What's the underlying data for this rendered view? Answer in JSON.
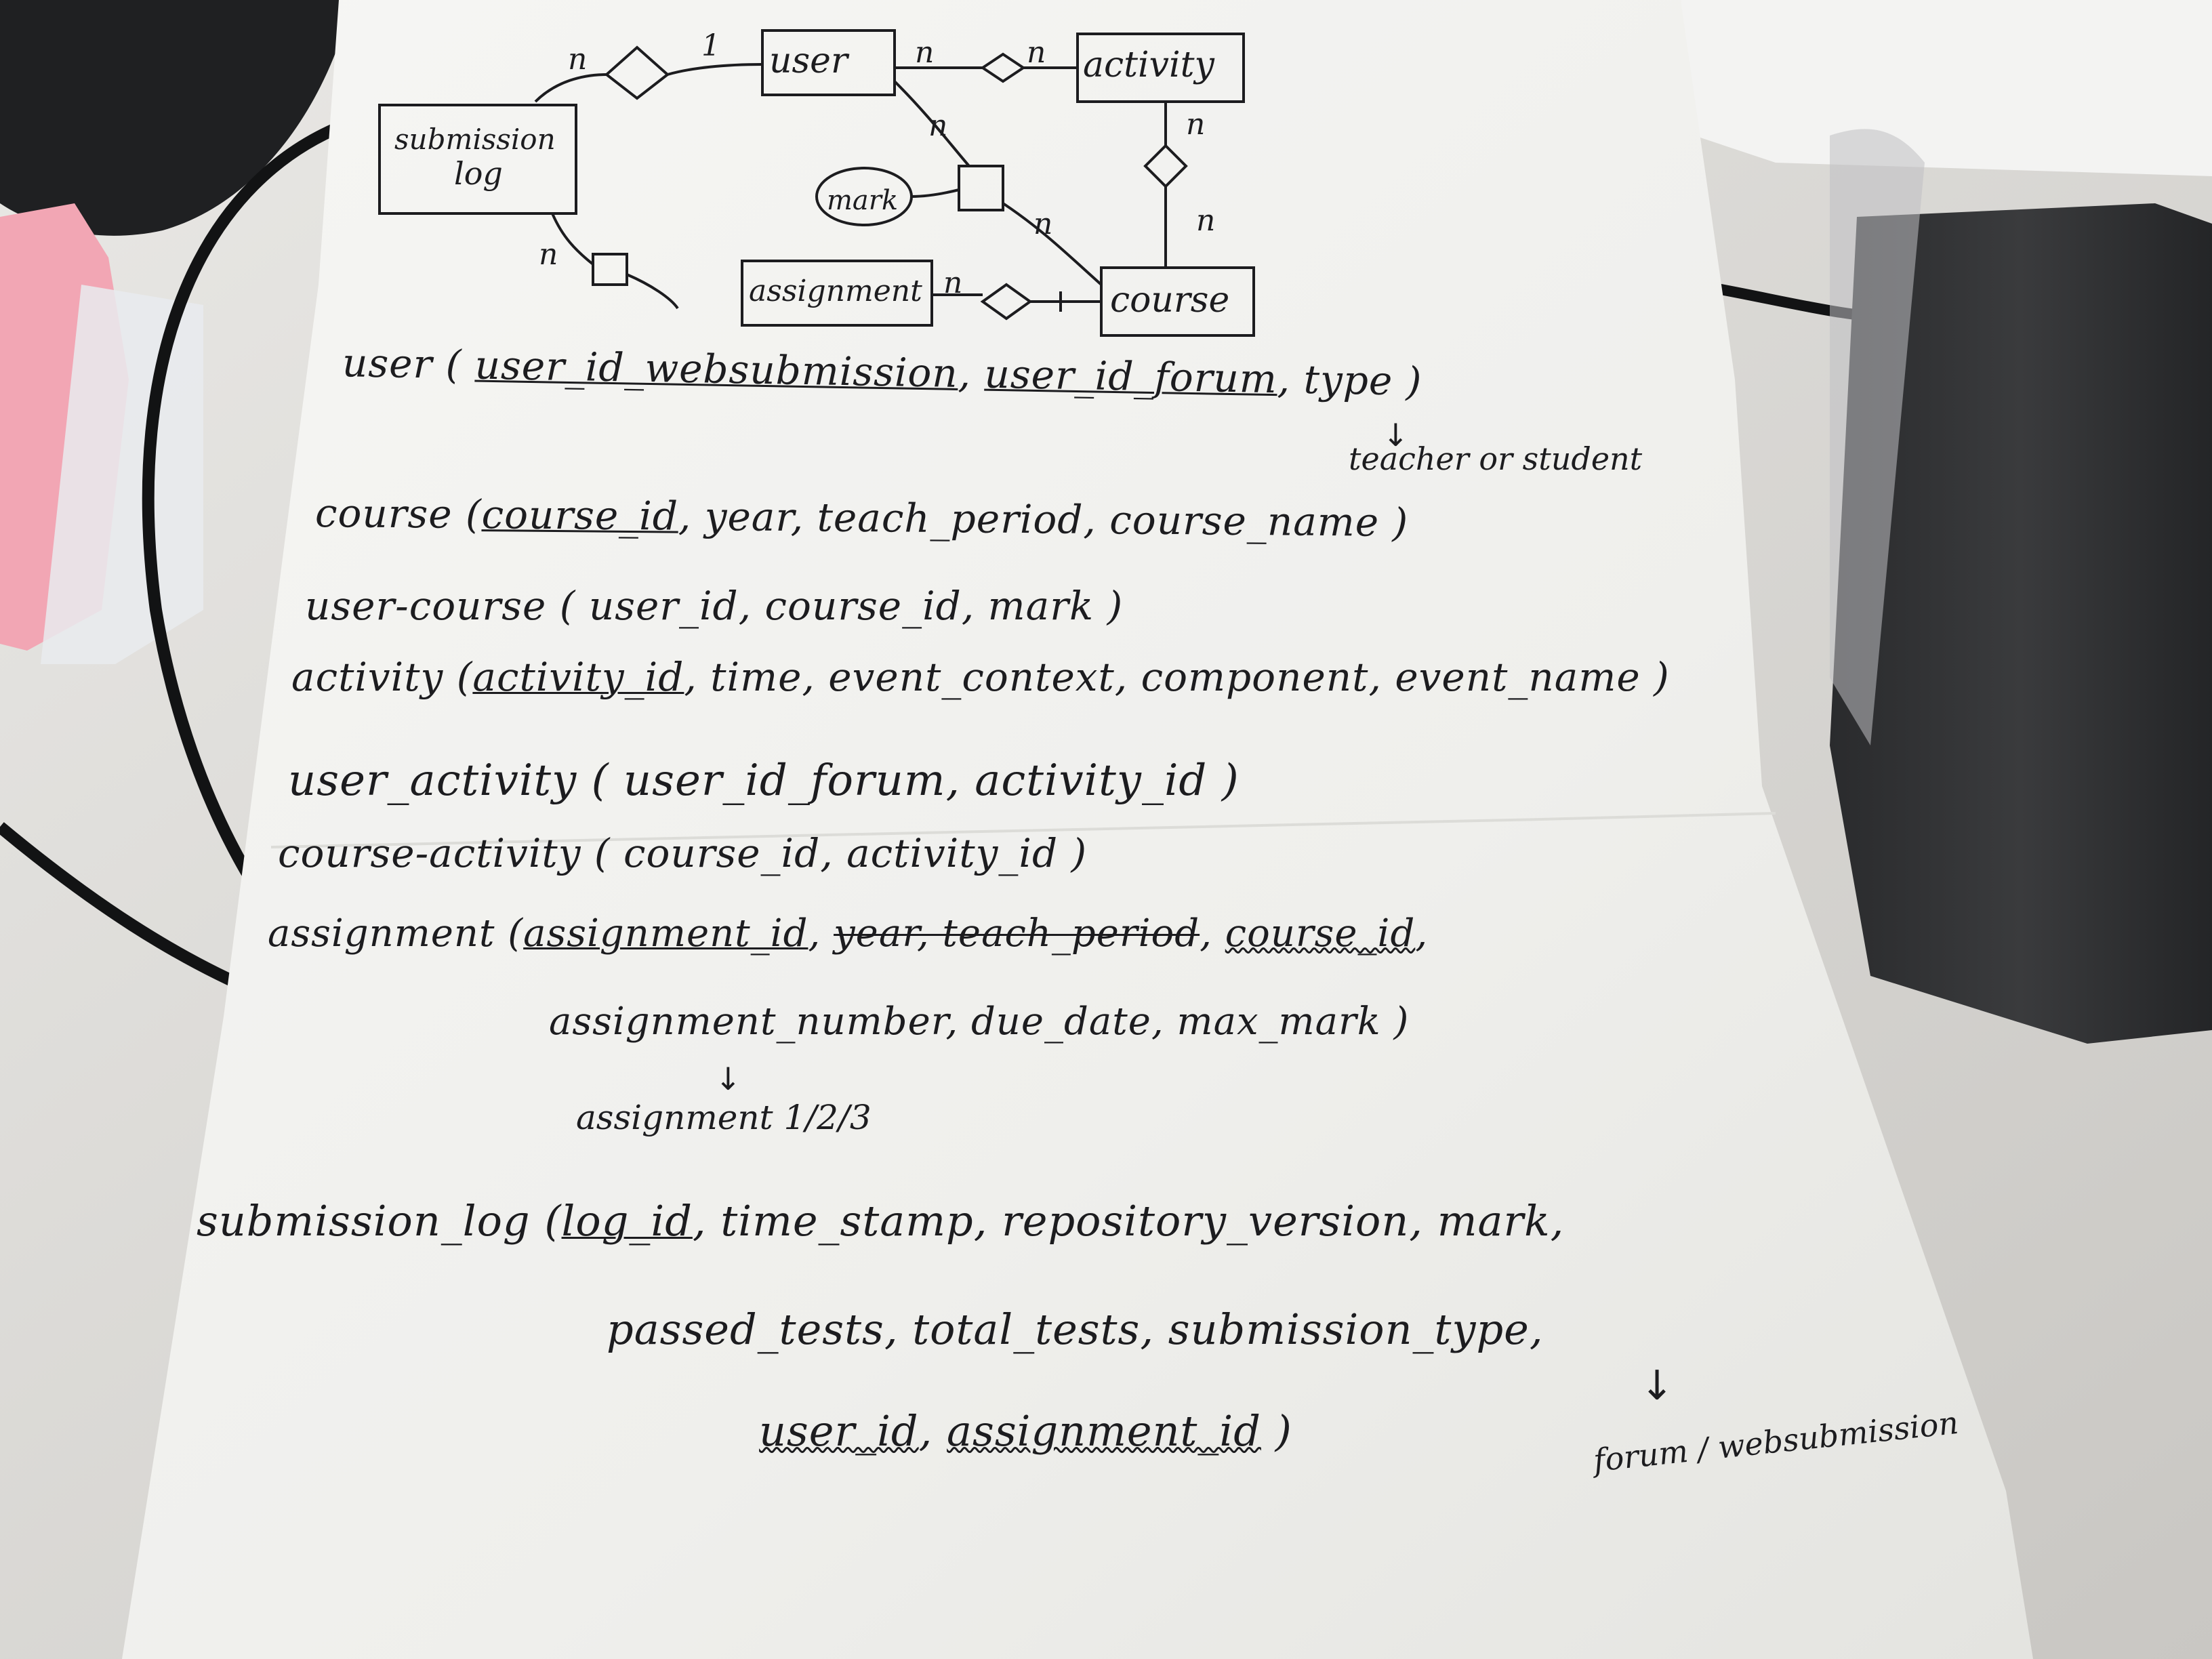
{
  "diagram": {
    "entities": {
      "user": "user",
      "activity": "activity",
      "submission_log": [
        "submission",
        "log"
      ],
      "assignment": "assignment",
      "course": "course",
      "mark": "mark"
    },
    "cardinalities": {
      "sub_user_n": "n",
      "sub_user_1": "1",
      "user_act_n1": "n",
      "user_act_n2": "n",
      "user_course_n1": "n",
      "user_course_n2": "n",
      "act_course_n1": "n",
      "act_course_n2": "n",
      "sub_assign_n": "n",
      "assign_course_n": "n"
    }
  },
  "notes": {
    "user_prefix": "user (",
    "user_id_web": "user_id_websubmission",
    "sep1": ",",
    "user_id_forum": "user_id_forum",
    "user_type": ", type )",
    "type_values": "teacher or student",
    "course_prefix": "course (",
    "course_id": "course_id",
    "course_rest": ", year, teach_period, course_name )",
    "user_course": "user-course ( user_id, course_id, mark )",
    "activity_prefix": "activity (",
    "activity_id": "activity_id",
    "activity_rest": ", time, event_context, component, event_name )",
    "user_activity": "user_activity ( user_id_forum, activity_id )",
    "course_activity": "course-activity ( course_id, activity_id )",
    "assign_prefix": "assignment (",
    "assign_id": "assignment_id",
    "assign_sep": ",",
    "assign_struck": "year, teach_period",
    "assign_sep2": ",",
    "assign_course_id": "course_id",
    "assign_sep3": ",",
    "assign_line2": "assignment_number, due_date, max_mark )",
    "assign_values": "assignment 1/2/3",
    "sub_prefix": "submission_log (",
    "log_id": "log_id",
    "sub_rest": ", time_stamp, repository_version, mark,",
    "sub_line2": "passed_tests, total_tests, submission_type,",
    "sub_user_id": "user_id",
    "sub_sep": ",",
    "sub_assign_id": "assignment_id",
    "sub_close": ")",
    "sub_type_values": "forum / websubmission"
  }
}
